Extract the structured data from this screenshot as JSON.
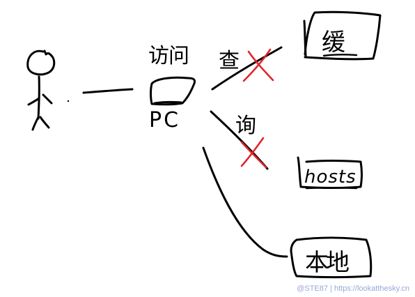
{
  "labels": {
    "pc_top": "访问",
    "pc_bottom": "PC",
    "line_upper": "查",
    "line_middle": "询",
    "box_top": "缓",
    "box_middle": "hosts",
    "box_bottom": "本地"
  },
  "watermark": "@STE87 | https://lookatthesky.cn",
  "colors": {
    "ink": "#000000",
    "cross": "#e0262b",
    "watermark": "#9aa6d8"
  }
}
